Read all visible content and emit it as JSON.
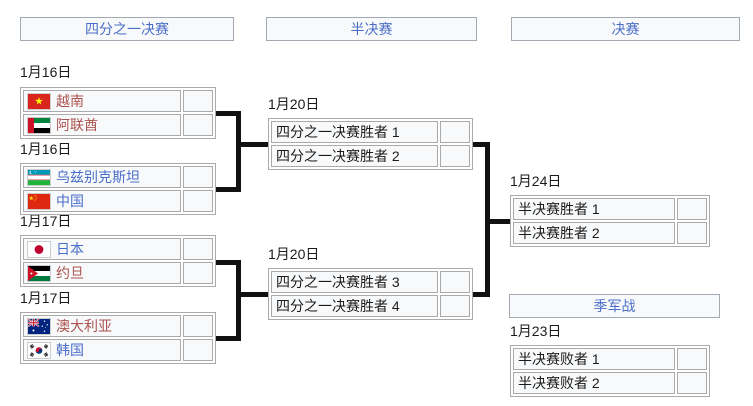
{
  "colors": {
    "box_bg": "#f8f9fa",
    "box_border": "#a2a9b1",
    "cell_bg": "#f8f9fa",
    "cell_border": "#aaaaaa",
    "link_blue": "#4a6ec8",
    "link_red": "#ab5450",
    "text_black": "#1b1b1b",
    "line_black": "#111111"
  },
  "round_headers": [
    {
      "label": "四分之一决赛"
    },
    {
      "label": "半决赛"
    },
    {
      "label": "决赛"
    },
    {
      "label": "季军战"
    }
  ],
  "matches": [
    {
      "date": "1月16日",
      "teams": [
        {
          "name": "越南",
          "flag": "flag-vietnam",
          "link_color": "red",
          "score": ""
        },
        {
          "name": "阿联酋",
          "flag": "flag-uae",
          "link_color": "red",
          "score": ""
        }
      ]
    },
    {
      "date": "1月16日",
      "teams": [
        {
          "name": "乌兹别克斯坦",
          "flag": "flag-uzbekistan",
          "link_color": "blue",
          "score": ""
        },
        {
          "name": "中国",
          "flag": "flag-china",
          "link_color": "blue",
          "score": ""
        }
      ]
    },
    {
      "date": "1月17日",
      "teams": [
        {
          "name": "日本",
          "flag": "flag-japan",
          "link_color": "blue",
          "score": ""
        },
        {
          "name": "约旦",
          "flag": "flag-jordan",
          "link_color": "red",
          "score": ""
        }
      ]
    },
    {
      "date": "1月17日",
      "teams": [
        {
          "name": "澳大利亚",
          "flag": "flag-australia",
          "link_color": "red",
          "score": ""
        },
        {
          "name": "韩国",
          "flag": "flag-south-korea",
          "link_color": "blue",
          "score": ""
        }
      ]
    },
    {
      "date": "1月20日",
      "teams": [
        {
          "name": "四分之一决赛胜者 1",
          "score": ""
        },
        {
          "name": "四分之一决赛胜者 2",
          "score": ""
        }
      ]
    },
    {
      "date": "1月20日",
      "teams": [
        {
          "name": "四分之一决赛胜者 3",
          "score": ""
        },
        {
          "name": "四分之一决赛胜者 4",
          "score": ""
        }
      ]
    },
    {
      "date": "1月24日",
      "teams": [
        {
          "name": "半决赛胜者 1",
          "score": ""
        },
        {
          "name": "半决赛胜者 2",
          "score": ""
        }
      ]
    },
    {
      "date": "1月23日",
      "teams": [
        {
          "name": "半决赛败者 1",
          "score": ""
        },
        {
          "name": "半决赛败者 2",
          "score": ""
        }
      ]
    }
  ]
}
